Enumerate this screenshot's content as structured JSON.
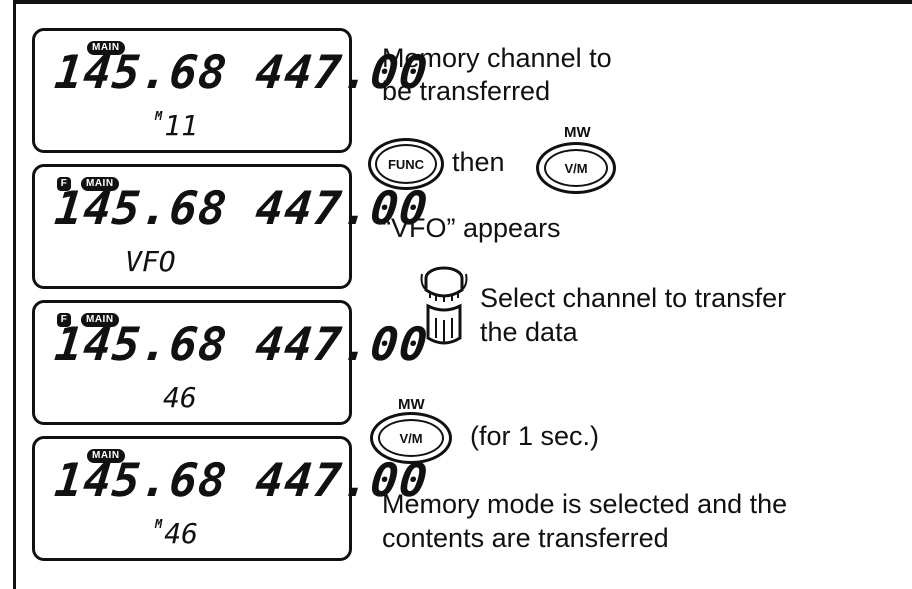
{
  "displays": [
    {
      "badges": [
        "MAIN"
      ],
      "freq": "145.68 447.00",
      "sub_prefix": "M",
      "sub": "11"
    },
    {
      "badges": [
        "F",
        "MAIN"
      ],
      "freq": "145.68 447.00",
      "sub_prefix": "",
      "sub": "VFO"
    },
    {
      "badges": [
        "F",
        "MAIN"
      ],
      "freq": "145.68 447.00",
      "sub_prefix": "",
      "sub": "46"
    },
    {
      "badges": [
        "MAIN"
      ],
      "freq": "145.68 447.00",
      "sub_prefix": "M",
      "sub": "46"
    }
  ],
  "steps": {
    "step1": {
      "text1": "Memory channel to",
      "text2": "be transferred"
    },
    "step2": {
      "key1": "FUNC",
      "then": "then",
      "key2_top": "MW",
      "key2": "V/M"
    },
    "step3": {
      "text": "“VFO” appears"
    },
    "step4": {
      "text1": "Select channel to transfer",
      "text2": "the data"
    },
    "step5": {
      "key_top": "MW",
      "key": "V/M",
      "text": "(for 1 sec.)"
    },
    "step6": {
      "text1": "Memory mode is selected and the",
      "text2": "contents are transferred"
    }
  }
}
